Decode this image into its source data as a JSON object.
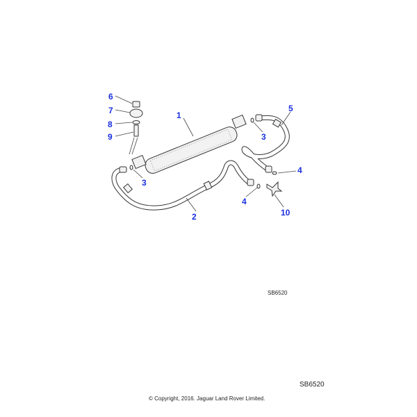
{
  "diagram": {
    "callouts": {
      "c1": "1",
      "c2": "2",
      "c3a": "3",
      "c3b": "3",
      "c4a": "4",
      "c4b": "4",
      "c5": "5",
      "c6": "6",
      "c7": "7",
      "c8": "8",
      "c9": "9",
      "c10": "10"
    },
    "callout_color": "#1a2fe0"
  },
  "reference_small": "SB6520",
  "reference_large": "SB6520",
  "copyright": "© Copyright, 2016. Jaguar Land Rover Limited."
}
